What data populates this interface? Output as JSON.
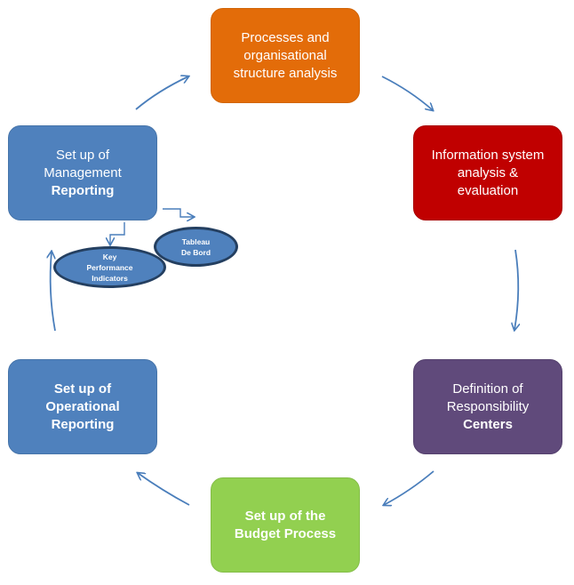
{
  "boxes": {
    "processes": {
      "lines": [
        "Processes and",
        "organisational",
        "structure analysis"
      ],
      "color": "#e36c09"
    },
    "info_system": {
      "lines": [
        "Information system",
        "analysis &",
        "evaluation"
      ],
      "color": "#c00000"
    },
    "responsibility": {
      "lines": [
        "Definition of",
        "Responsibility",
        "Centers"
      ],
      "color": "#604a7b"
    },
    "budget": {
      "lines": [
        "Set up of the",
        "Budget Process"
      ],
      "color": "#92d050"
    },
    "operational": {
      "lines": [
        "Set up of",
        "Operational",
        "Reporting"
      ],
      "color": "#4f81bd"
    },
    "management": {
      "lines": [
        "Set up of",
        "Management",
        "Reporting"
      ],
      "color": "#4f81bd"
    }
  },
  "ellipses": {
    "tableau": {
      "lines": [
        "Tableau",
        "De Bord"
      ]
    },
    "kpi": {
      "lines": [
        "Key",
        "Performance",
        "Indicators"
      ]
    }
  },
  "arrow_color": "#4a7ebb"
}
